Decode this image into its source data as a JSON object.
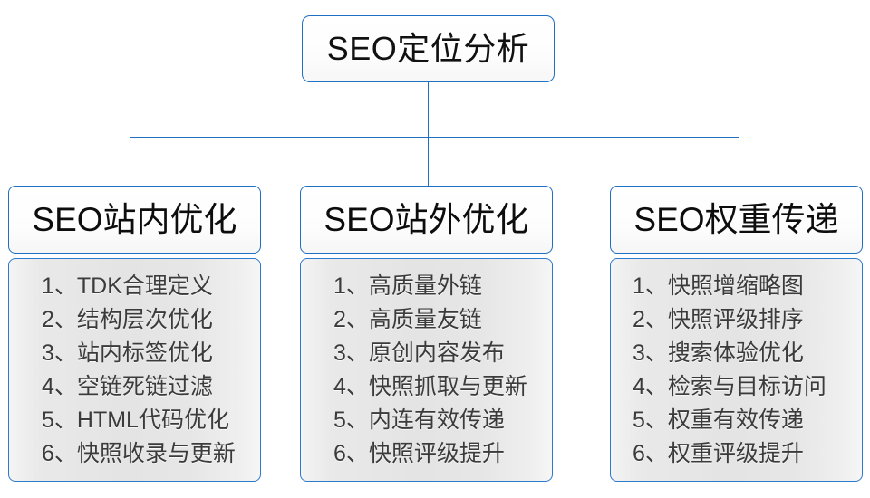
{
  "diagram": {
    "type": "tree",
    "title": "SEO定位分析",
    "root": {
      "label": "SEO定位分析"
    },
    "branches": [
      {
        "id": "seo-onsite",
        "header": "SEO站内优化",
        "items": [
          "1、TDK合理定义",
          "2、结构层次优化",
          "3、站内标签优化",
          "4、空链死链过滤",
          "5、HTML代码优化",
          "6、快照收录与更新"
        ]
      },
      {
        "id": "seo-offsite",
        "header": "SEO站外优化",
        "items": [
          "1、高质量外链",
          "2、高质量友链",
          "3、原创内容发布",
          "4、快照抓取与更新",
          "5、内连有效传递",
          "6、快照评级提升"
        ]
      },
      {
        "id": "seo-weight",
        "header": "SEO权重传递",
        "items": [
          "1、快照增缩略图",
          "2、快照评级排序",
          "3、搜索体验优化",
          "4、检索与目标访问",
          "5、权重有效传递",
          "6、权重评级提升"
        ]
      }
    ],
    "colors": {
      "border": "#1f6fc4",
      "connector": "#1f6fc4",
      "header_text": "#0d0d0d",
      "item_text": "#3b3b3b",
      "header_fill": "#ffffff",
      "body_fill": "#e6e6e6",
      "canvas": "#ffffff"
    }
  }
}
